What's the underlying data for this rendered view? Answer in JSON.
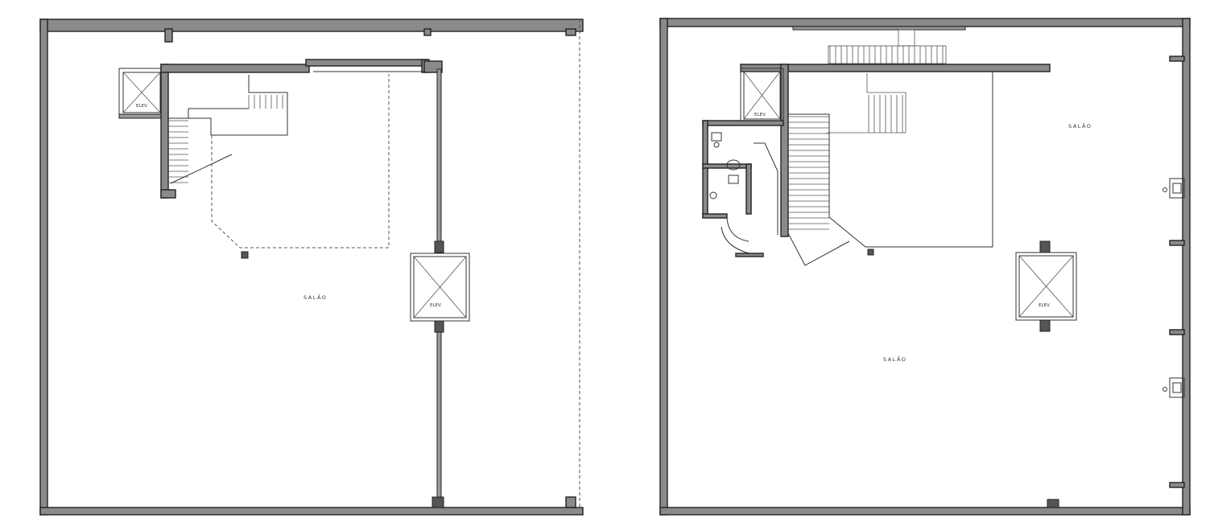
{
  "plans": [
    {
      "rooms": [
        {
          "label": "SALÃO"
        }
      ],
      "elevators": [
        {
          "label": "ELEV."
        },
        {
          "label": "ELEV."
        }
      ]
    },
    {
      "rooms": [
        {
          "label": "SALÃO"
        },
        {
          "label": "SALÃO"
        }
      ],
      "elevators": [
        {
          "label": "ELEV."
        },
        {
          "label": "ELEV."
        }
      ]
    }
  ],
  "colors": {
    "wall_fill": "#8a8a8a",
    "stroke": "#222222"
  }
}
